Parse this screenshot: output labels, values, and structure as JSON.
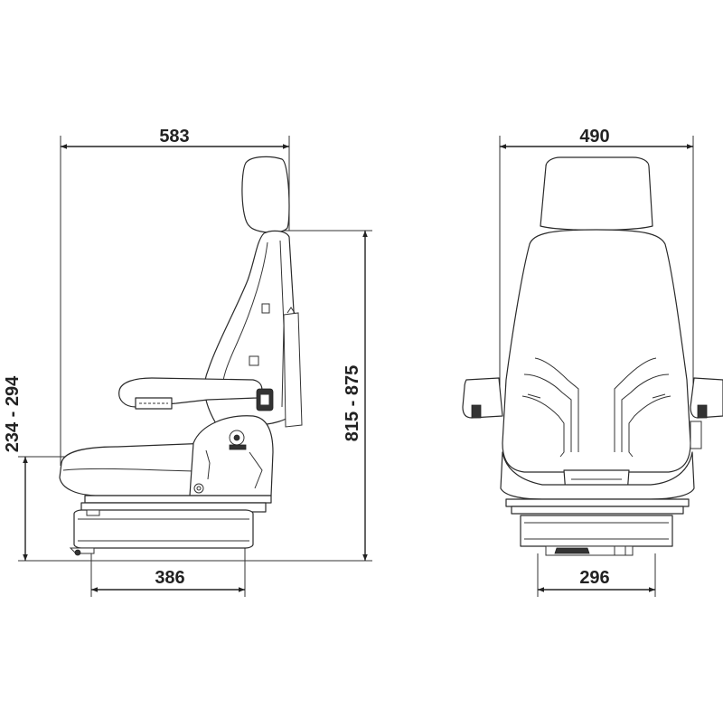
{
  "dimensions": {
    "side_overall_width": "583",
    "side_base_width": "386",
    "side_total_height": "815 - 875",
    "side_seat_height": "234 - 294",
    "front_overall_width": "490",
    "front_base_width": "296"
  },
  "colors": {
    "line": "#222222",
    "background": "#ffffff"
  }
}
